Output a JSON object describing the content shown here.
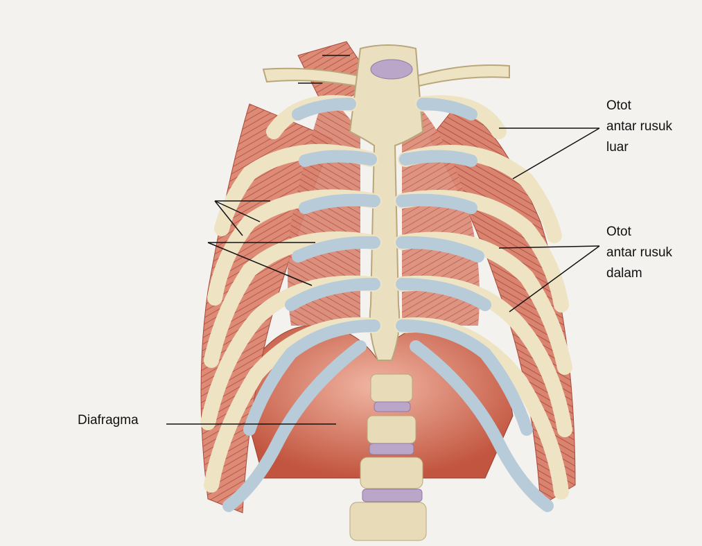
{
  "labels": {
    "external_intercostal": [
      "Otot",
      "antar rusuk",
      "luar"
    ],
    "internal_intercostal": [
      "Otot",
      "antar rusuk",
      "dalam"
    ],
    "diaphragm": "Diafragma"
  },
  "colors": {
    "rib": "#eee4c4",
    "cartilage": "#b7cbd8",
    "muscle": "#d9816e",
    "muscle_dark": "#b7523f",
    "bone": "#eadfbf",
    "disc": "#b9a6c9"
  }
}
